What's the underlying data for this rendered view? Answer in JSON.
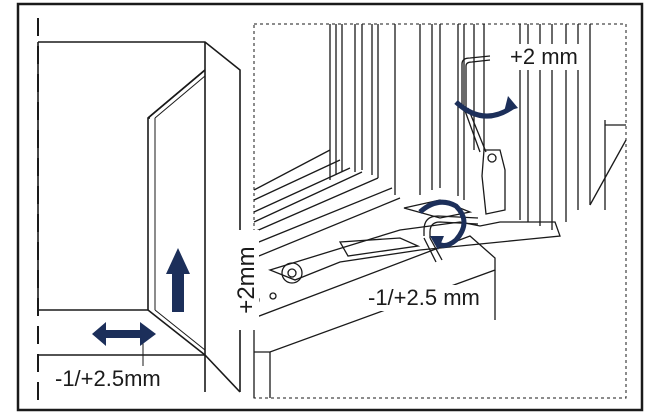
{
  "labels": {
    "sash_height_adjust": "+2 mm",
    "side_adjust_right": "-1/+2.5 mm",
    "side_adjust_left": "-1/+2.5mm",
    "height_adjust_left": "+2mm"
  },
  "colors": {
    "arrow": "#1c2f5a",
    "line": "#1a1a1a",
    "background": "#ffffff"
  }
}
